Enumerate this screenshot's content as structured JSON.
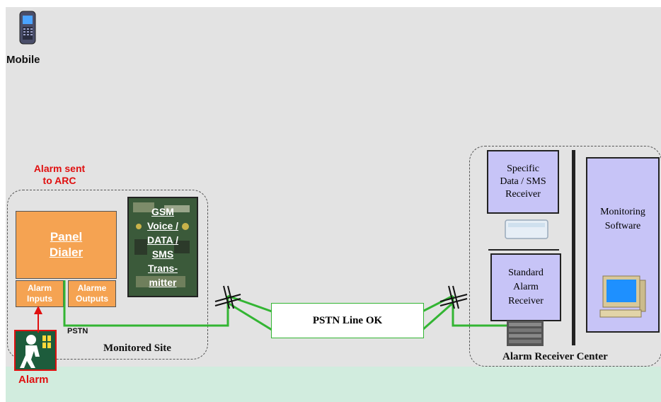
{
  "mobile": {
    "label": "Mobile",
    "icon": "mobile-phone-icon"
  },
  "alarm_sent": {
    "line1": "Alarm sent",
    "line2": "to ARC"
  },
  "monitored_site": {
    "label": "Monitored Site",
    "panel_dialer": {
      "line1": "Panel",
      "line2": "Dialer"
    },
    "alarm_inputs": {
      "line1": "Alarm",
      "line2": "Inputs"
    },
    "alarme_outputs": {
      "line1": "Alarme",
      "line2": "Outputs"
    },
    "gsm": {
      "lines": [
        "GSM",
        "Voice /",
        "DATA /",
        "SMS",
        "Trans-",
        "mitter"
      ]
    },
    "pstn_label": "PSTN"
  },
  "alarm": {
    "label": "Alarm",
    "icon": "burglar-icon"
  },
  "pstn_line": {
    "label": "PSTN Line OK"
  },
  "arc": {
    "label": "Alarm Receiver Center",
    "specific_receiver": {
      "lines": [
        "Specific",
        "Data / SMS",
        "Receiver"
      ]
    },
    "standard_receiver": {
      "lines": [
        "Standard",
        "Alarm",
        "Receiver"
      ]
    },
    "monitoring_software": {
      "lines": [
        "Monitoring",
        "Software"
      ]
    }
  },
  "colors": {
    "background": "#e3e3e3",
    "bottom_band": "#d1ecde",
    "panel_orange": "#f5a352",
    "receiver_lavender": "#c7c4f7",
    "line_green": "#33b533",
    "alarm_red": "#e01010"
  }
}
